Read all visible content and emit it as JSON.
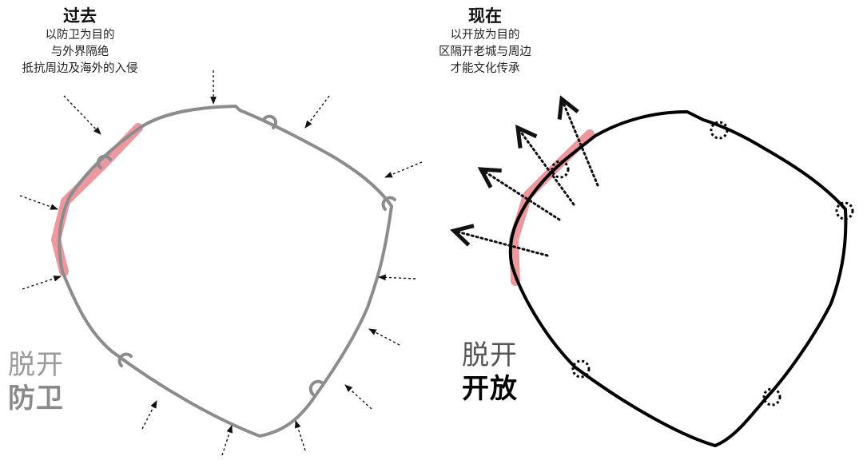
{
  "left": {
    "title": "过去",
    "lines": [
      "以防卫为目的",
      "与外界隔绝",
      "抵抗周边及海外的入侵"
    ],
    "word_top": "脱开",
    "word_bottom": "防卫"
  },
  "right": {
    "title": "现在",
    "lines": [
      "以开放为目的",
      "区隔开老城与周边",
      "才能文化传承"
    ],
    "word_top": "脱开",
    "word_bottom": "开放"
  },
  "colors": {
    "past_wall": "#8c8c8c",
    "present_wall": "#000000",
    "highlight": "#e8868e",
    "arrow": "#111111"
  },
  "icons": {
    "gate_closed": "hook-gate-icon",
    "gate_open": "dashed-ring-gate-icon",
    "inward_arrow": "arrow-inward-icon",
    "outward_arrow": "arrow-outward-icon"
  }
}
